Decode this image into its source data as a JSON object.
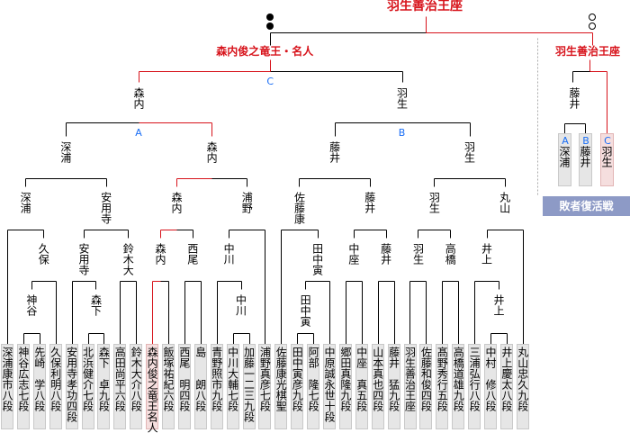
{
  "title": "羽生善治王座",
  "final_champion_main": "森内俊之竜王・名人",
  "final_champion_revival": "羽生善治王座",
  "result_marks": {
    "left": "●●",
    "right": "○○"
  },
  "colors": {
    "winner_line": "#d7131b",
    "letter": "#1a6ef5",
    "revival_button": "#8d9ac6"
  },
  "players": [
    "深浦康市八段",
    "神谷広志七段",
    "先崎　学八段",
    "久保利明八段",
    "安用寺孝功四段",
    "北浜健介七段",
    "森下　卓九段",
    "高田尚平六段",
    "鈴木大介八段",
    "森内俊之竜王名人",
    "飯塚祐紀六段",
    "西尾　明四段",
    "島　　朗八段",
    "青野照市九段",
    "中川大輔七段",
    "加藤一二三九段",
    "浦野真彦七段",
    "佐藤康光棋聖",
    "田中寅彦九段",
    "阿部　隆七段",
    "中原誠永世十段",
    "郷田真隆九段",
    "中座　真五段",
    "山本真也四段",
    "藤井　猛九段",
    "羽生善治王座",
    "佐藤和俊四段",
    "髙野秀行五段",
    "高橋道雄九段",
    "三浦弘行八段",
    "中村　修八段",
    "井上慶太八段",
    "丸山忠久九段"
  ],
  "match_winners": [
    "神谷",
    "久保",
    "深浦",
    "森下",
    "安用寺",
    "鈴木大",
    "安用寺",
    "深浦",
    "森内",
    "西尾",
    "森内",
    "中川",
    "中川",
    "浦野",
    "森内",
    "森内",
    "田中寅",
    "田中寅",
    "佐藤康",
    "中座",
    "藤井",
    "藤井",
    "藤井",
    "羽生",
    "高橋",
    "羽生",
    "井上",
    "井上",
    "丸山",
    "羽生",
    "羽生"
  ],
  "match_letters": {
    "15": "A",
    "30": "B",
    "final": "C"
  },
  "revival": {
    "winner": "藤井",
    "entries": [
      {
        "letter": "A",
        "name": "深浦"
      },
      {
        "letter": "B",
        "name": "藤井"
      },
      {
        "letter": "C",
        "name": "羽生"
      }
    ],
    "button_label": "敗者復活戦"
  }
}
